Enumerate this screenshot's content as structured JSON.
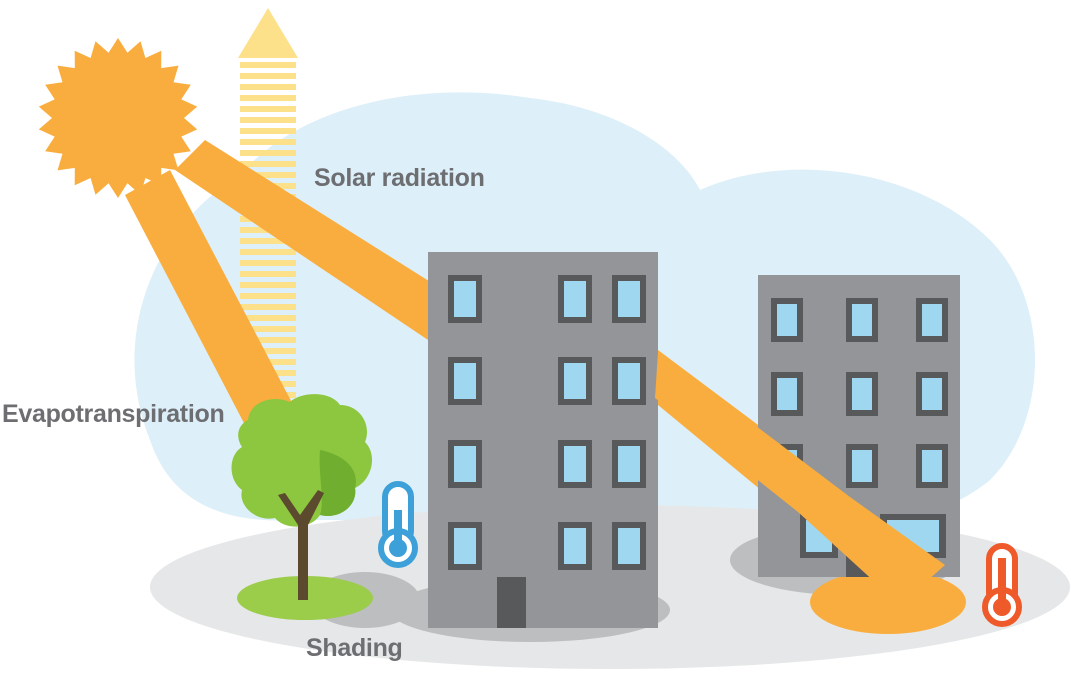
{
  "labels": {
    "solar_radiation": "Solar radiation",
    "evapotranspiration": "Evapotranspiration",
    "shading": "Shading"
  },
  "icons": {
    "sun": "sun-icon",
    "cool_thermometer": "thermometer-cool-icon",
    "hot_thermometer": "thermometer-hot-icon",
    "tree": "tree-icon"
  },
  "colors": {
    "sky": "#dcefF8",
    "ground": "#e6e7e8",
    "shadow": "#bcbec0",
    "sun": "#f9ad3e",
    "radiation_beam": "#f9ad3e",
    "reflected_heat": "#fde08a",
    "building": "#939598",
    "window_frame": "#58595b",
    "window_glass": "#9fd7f0",
    "tree_canopy": "#8dc63f",
    "tree_trunk": "#5c4a2f",
    "grass": "#9bcc4a",
    "thermometer_cool": "#3da0d8",
    "thermometer_hot": "#ee5a2a",
    "label_text": "#6d6e71"
  }
}
